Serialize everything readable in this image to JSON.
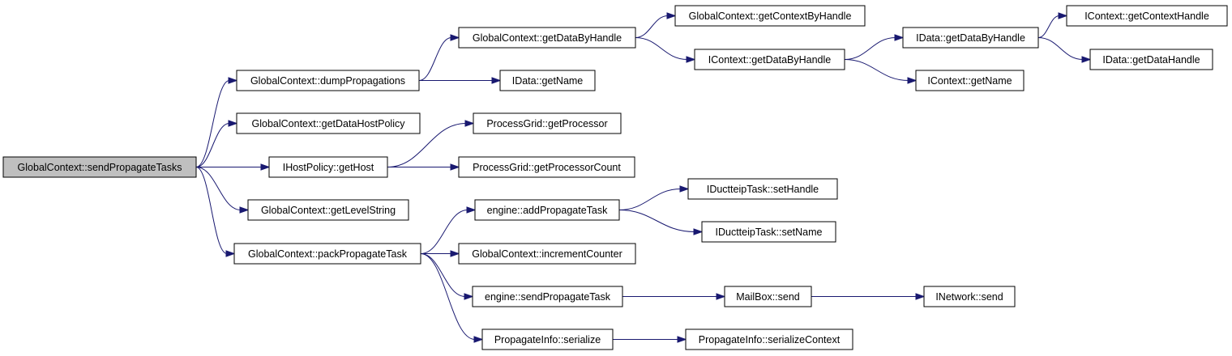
{
  "call_graph": {
    "nodes": [
      {
        "id": "n0",
        "label": "GlobalContext::sendPropagateTasks",
        "root": true
      },
      {
        "id": "n1",
        "label": "GlobalContext::dumpPropagations"
      },
      {
        "id": "n2",
        "label": "GlobalContext::getDataHostPolicy"
      },
      {
        "id": "n3",
        "label": "IHostPolicy::getHost"
      },
      {
        "id": "n4",
        "label": "GlobalContext::getLevelString"
      },
      {
        "id": "n5",
        "label": "GlobalContext::packPropagateTask"
      },
      {
        "id": "n6",
        "label": "GlobalContext::getDataByHandle"
      },
      {
        "id": "n7",
        "label": "IData::getName"
      },
      {
        "id": "n8",
        "label": "GlobalContext::getContextByHandle"
      },
      {
        "id": "n9",
        "label": "IContext::getDataByHandle"
      },
      {
        "id": "n10",
        "label": "IData::getDataByHandle"
      },
      {
        "id": "n11",
        "label": "IContext::getName"
      },
      {
        "id": "n12",
        "label": "IContext::getContextHandle"
      },
      {
        "id": "n13",
        "label": "IData::getDataHandle"
      },
      {
        "id": "n14",
        "label": "ProcessGrid::getProcessor"
      },
      {
        "id": "n15",
        "label": "ProcessGrid::getProcessorCount"
      },
      {
        "id": "n16",
        "label": "engine::addPropagateTask"
      },
      {
        "id": "n17",
        "label": "GlobalContext::incrementCounter"
      },
      {
        "id": "n18",
        "label": "engine::sendPropagateTask"
      },
      {
        "id": "n19",
        "label": "PropagateInfo::serialize"
      },
      {
        "id": "n20",
        "label": "IDuctteipTask::setHandle"
      },
      {
        "id": "n21",
        "label": "IDuctteipTask::setName"
      },
      {
        "id": "n22",
        "label": "MailBox::send"
      },
      {
        "id": "n23",
        "label": "INetwork::send"
      },
      {
        "id": "n24",
        "label": "PropagateInfo::serializeContext"
      }
    ],
    "edges": [
      {
        "from": "n0",
        "to": "n1"
      },
      {
        "from": "n0",
        "to": "n2"
      },
      {
        "from": "n0",
        "to": "n3"
      },
      {
        "from": "n0",
        "to": "n4"
      },
      {
        "from": "n0",
        "to": "n5"
      },
      {
        "from": "n1",
        "to": "n6"
      },
      {
        "from": "n1",
        "to": "n7"
      },
      {
        "from": "n6",
        "to": "n8"
      },
      {
        "from": "n6",
        "to": "n9"
      },
      {
        "from": "n9",
        "to": "n10"
      },
      {
        "from": "n9",
        "to": "n11"
      },
      {
        "from": "n10",
        "to": "n12"
      },
      {
        "from": "n10",
        "to": "n13"
      },
      {
        "from": "n3",
        "to": "n14"
      },
      {
        "from": "n3",
        "to": "n15"
      },
      {
        "from": "n5",
        "to": "n16"
      },
      {
        "from": "n5",
        "to": "n17"
      },
      {
        "from": "n5",
        "to": "n18"
      },
      {
        "from": "n5",
        "to": "n19"
      },
      {
        "from": "n16",
        "to": "n20"
      },
      {
        "from": "n16",
        "to": "n21"
      },
      {
        "from": "n18",
        "to": "n22"
      },
      {
        "from": "n22",
        "to": "n23"
      },
      {
        "from": "n19",
        "to": "n24"
      }
    ],
    "colors": {
      "edge": "#191970",
      "root_fill": "#bfbfbf",
      "node_fill": "#ffffff",
      "node_border": "#000000"
    }
  }
}
